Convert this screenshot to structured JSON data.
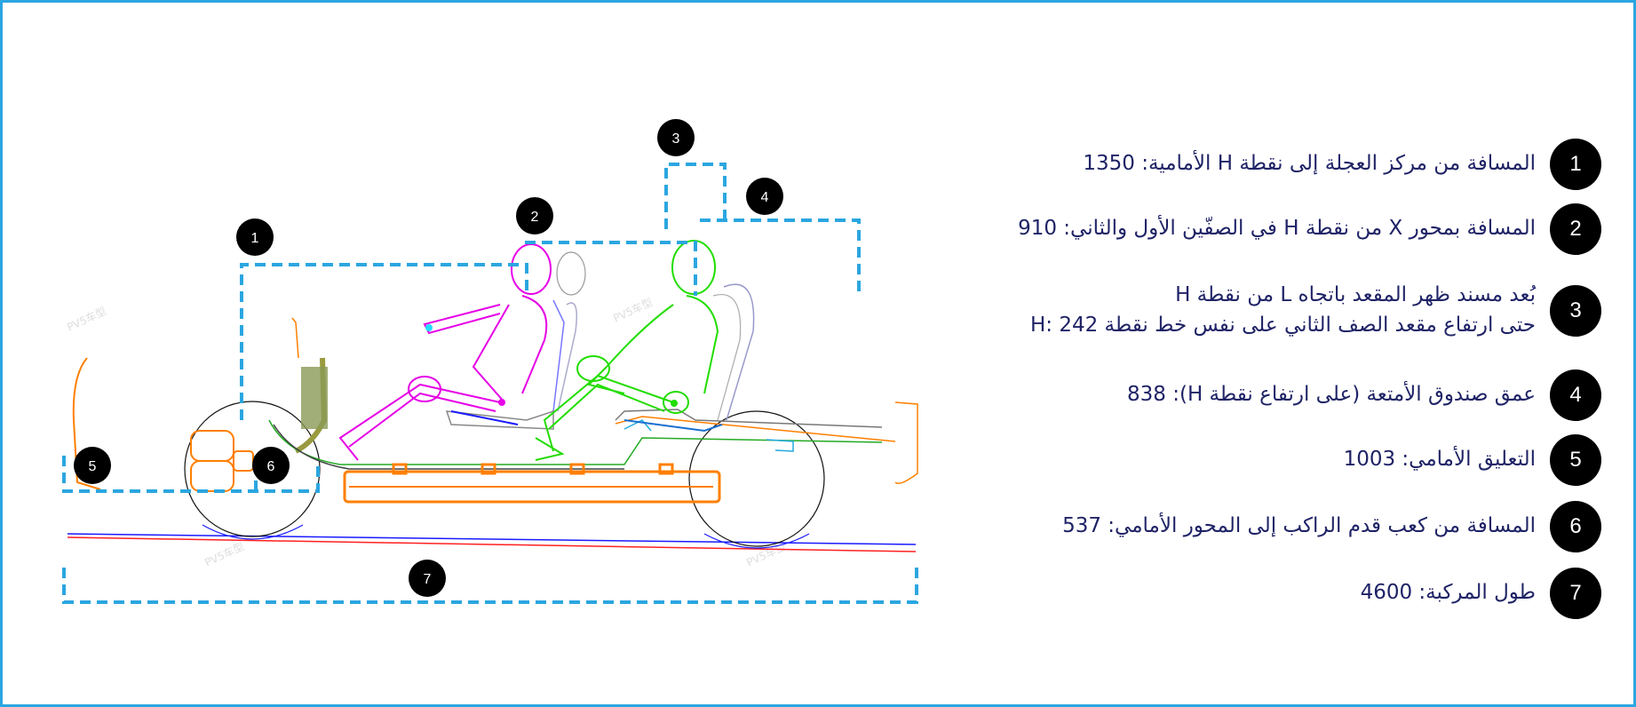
{
  "colors": {
    "border": "#2ba6e0",
    "dimension_line": "#2ba6e0",
    "marker_bg": "#000000",
    "text": "#1f2366",
    "driver": "#e600e6",
    "passenger": "#22dd00",
    "battery": "#ff7f00"
  },
  "markers": [
    "1",
    "2",
    "3",
    "4",
    "5",
    "6",
    "7"
  ],
  "watermark": "PV5车型",
  "legend": [
    {
      "number": "1",
      "lines": [
        "المسافة من مركز العجلة إلى نقطة H الأمامية: 1350"
      ]
    },
    {
      "number": "2",
      "lines": [
        "المسافة بمحور X من نقطة H في الصفّين الأول والثاني: 910"
      ]
    },
    {
      "number": "3",
      "lines": [
        "بُعد مسند ظهر المقعد باتجاه L من نقطة H",
        "حتى ارتفاع مقعد الصف الثاني على نفس خط نقطة H: 242"
      ]
    },
    {
      "number": "4",
      "lines": [
        "عمق صندوق الأمتعة (على ارتفاع نقطة H): 838"
      ]
    },
    {
      "number": "5",
      "lines": [
        "التعليق الأمامي: 1003"
      ]
    },
    {
      "number": "6",
      "lines": [
        "المسافة من كعب قدم الراكب إلى المحور الأمامي: 537"
      ]
    },
    {
      "number": "7",
      "lines": [
        "طول المركبة: 4600"
      ]
    }
  ]
}
